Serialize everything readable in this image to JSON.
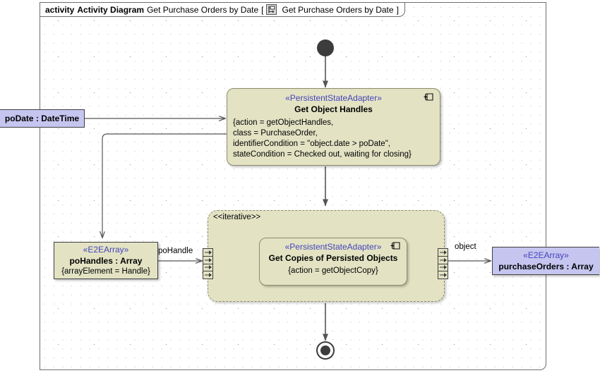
{
  "frame": {
    "keyword": "activity",
    "diagram_kind": "Activity Diagram",
    "name": "Get Purchase Orders by Date",
    "bracket_open": "[",
    "bracket_close": "]",
    "qualified_name": "Get Purchase Orders by Date",
    "icon": "activity-diagram-icon"
  },
  "nodes": {
    "initial": {
      "name": "initial-node"
    },
    "final": {
      "name": "activity-final-node"
    },
    "get_object_handles": {
      "stereotype": "«PersistentStateAdapter»",
      "title": "Get Object Handles",
      "props": [
        "{action = getObjectHandles,",
        "class = PurchaseOrder,",
        "identifierCondition = \"object.date > poDate\",",
        "stateCondition = Checked out, waiting for closing}"
      ],
      "icon": "structured-activity-rake-icon",
      "fill": "#e3e3c4"
    },
    "get_copies": {
      "stereotype": "«PersistentStateAdapter»",
      "title": "Get Copies of Persisted Objects",
      "props": [
        "{action = getObjectCopy}"
      ],
      "icon": "structured-activity-rake-icon",
      "fill": "#e3e3c4"
    },
    "po_date": {
      "label": "poDate : DateTime",
      "fill": "#c5c5f0"
    },
    "po_handles": {
      "stereotype": "«E2EArray»",
      "title": "poHandles : Array",
      "props": [
        "{arrayElement = Handle}"
      ],
      "fill": "#e3e3c4"
    },
    "purchase_orders": {
      "stereotype": "«E2EArray»",
      "title": "purchaseOrders : Array",
      "fill": "#c5c5f0"
    }
  },
  "region": {
    "stereotype": "<<iterative>>",
    "fill": "#e3e3c4",
    "input_pin": "expansion-input-pin-set",
    "output_pin": "expansion-output-pin-set",
    "pin_count": 4
  },
  "edges": {
    "po_handle_label": "poHandle",
    "object_label": "object"
  },
  "colors": {
    "action_fill": "#e3e3c4",
    "action_border": "#8c8c6e",
    "object_fill": "#c5c5f0",
    "object_border": "#404040",
    "stereotype_text": "#4444bb",
    "connector": "#555555",
    "frame_border": "#6e6e6e"
  }
}
